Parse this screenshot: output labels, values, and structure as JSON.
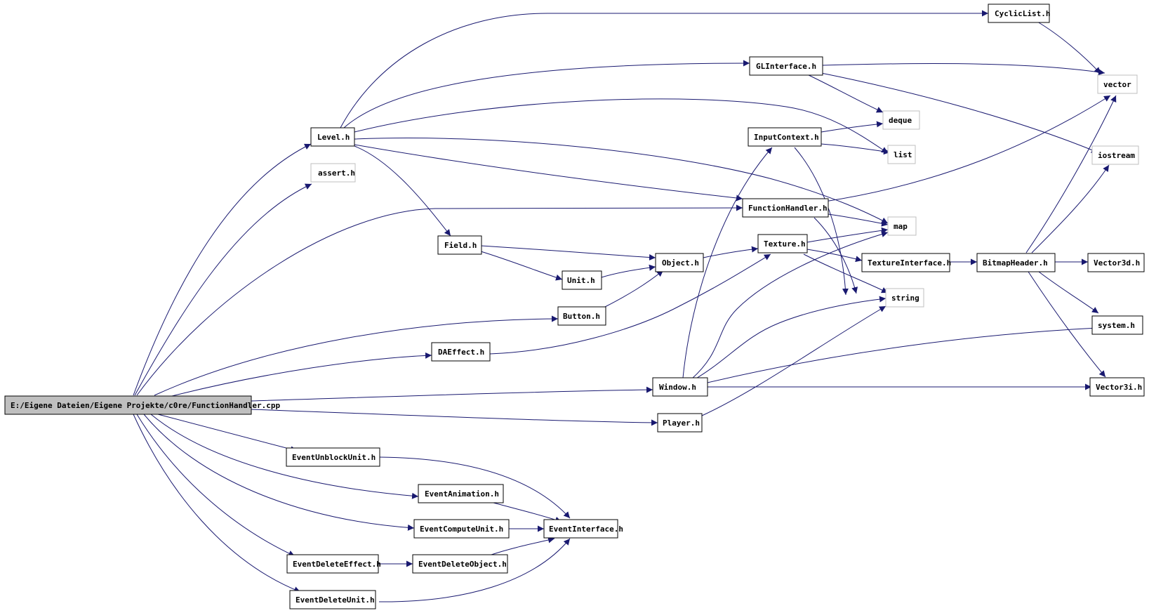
{
  "nodes": {
    "root": "E:/Eigene Dateien/Eigene Projekte/c0re/FunctionHandler.cpp",
    "level": "Level.h",
    "assert": "assert.h",
    "functionhandler": "FunctionHandler.h",
    "field": "Field.h",
    "unit": "Unit.h",
    "object": "Object.h",
    "button": "Button.h",
    "daeffect": "DAEffect.h",
    "window": "Window.h",
    "player": "Player.h",
    "eventunblockunit": "EventUnblockUnit.h",
    "eventanimation": "EventAnimation.h",
    "eventcomputeunit": "EventComputeUnit.h",
    "eventdeleteeffect": "EventDeleteEffect.h",
    "eventdeleteobject": "EventDeleteObject.h",
    "eventdeleteunit": "EventDeleteUnit.h",
    "eventinterface": "EventInterface.h",
    "cycliclist": "CyclicList.h",
    "glinterface": "GLInterface.h",
    "inputcontext": "InputContext.h",
    "texture": "Texture.h",
    "textureinterface": "TextureInterface.h",
    "bitmapheader": "BitmapHeader.h",
    "vector": "vector",
    "deque": "deque",
    "list": "list",
    "iostream": "iostream",
    "map": "map",
    "string": "string",
    "vector3d": "Vector3d.h",
    "system": "system.h",
    "vector3i": "Vector3i.h"
  },
  "colors": {
    "edge": "#191970",
    "root_fill": "#bfbfbf",
    "node_border": "#000000",
    "external_border": "#bfbfbf"
  }
}
